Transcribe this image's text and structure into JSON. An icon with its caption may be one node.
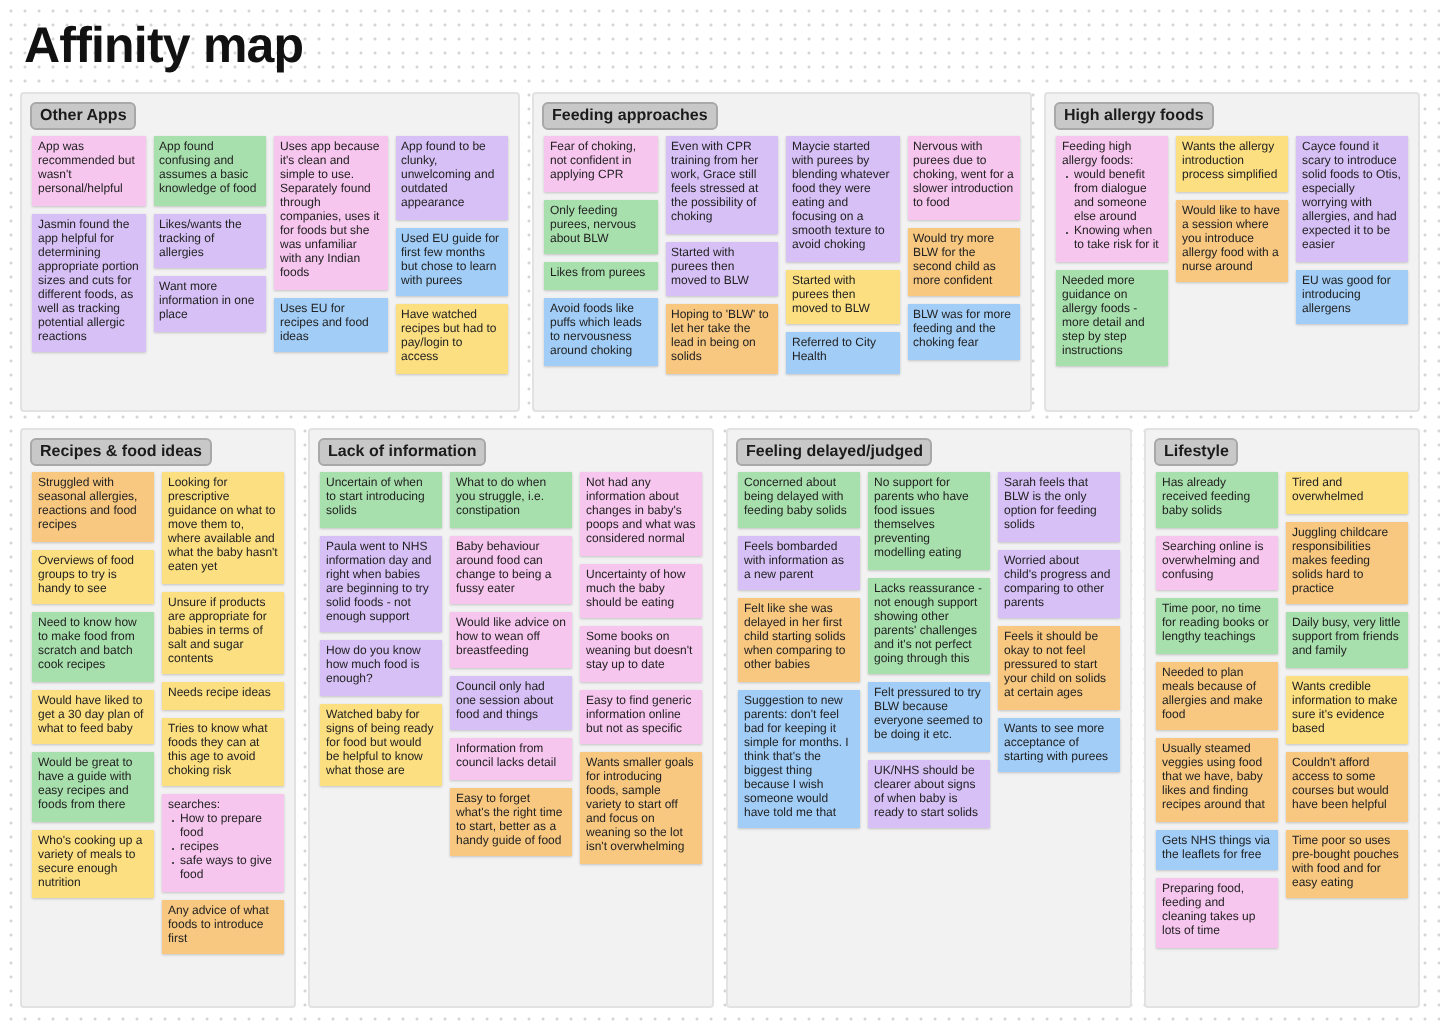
{
  "diagram": {
    "title": "Affinity map",
    "nodes": [
      {
        "text": [
          "Other Apps"
        ]
      },
      {
        "text": [
          "App was recommended but wasn't personal/helpful"
        ],
        "in": 0
      },
      {
        "text": [
          "App found confusing and assumes a basic knowledge of food"
        ],
        "in": 0
      },
      {
        "text": [
          "Uses app because it's clean and simple to use. Separately found through companies, uses it for foods but she was unfamiliar with any Indian foods"
        ],
        "in": 0
      },
      {
        "text": [
          "App found to be clunky, unwelcoming and outdated appearance"
        ],
        "in": 0
      },
      {
        "text": [
          "Jasmin found the app helpful for determining appropriate portion sizes and cuts for different foods, as well as tracking potential allergic reactions"
        ],
        "in": 0
      },
      {
        "text": [
          "Likes/wants the tracking of allergies"
        ],
        "in": 0
      },
      {
        "text": [
          "Used EU guide for first few months but chose to learn with purees"
        ],
        "in": 0
      },
      {
        "text": [
          "Want more information in one place"
        ],
        "in": 0
      },
      {
        "text": [
          "Uses EU for recipes and food ideas"
        ],
        "in": 0
      },
      {
        "text": [
          "Have watched recipes but had to pay/login to access"
        ],
        "in": 0
      },
      {
        "text": [
          "Feeding approaches"
        ]
      },
      {
        "text": [
          "Fear of choking, not confident in applying CPR"
        ],
        "in": 11
      },
      {
        "text": [
          "Even with CPR training from her work, Grace still feels stressed at the possibility of choking"
        ],
        "in": 11
      },
      {
        "text": [
          "Maycie started with purees by blending whatever food they were eating and focusing on a smooth texture to avoid choking"
        ],
        "in": 11
      },
      {
        "text": [
          "Nervous with purees due to choking, went for a slower introduction to food"
        ],
        "in": 11
      },
      {
        "text": [
          "Only feeding purees, nervous about BLW"
        ],
        "in": 11
      },
      {
        "text": [
          "Would try more BLW for the second child as more confident"
        ],
        "in": 11
      },
      {
        "text": [
          "Started with purees then moved to BLW"
        ],
        "in": 11
      },
      {
        "text": [
          "Likes from purees"
        ],
        "in": 11
      },
      {
        "text": [
          "Started with purees then moved to BLW"
        ],
        "in": 11
      },
      {
        "text": [
          "Hoping to 'BLW' to let her take the lead in being on solids"
        ],
        "in": 11
      },
      {
        "text": [
          "BLW was for more feeding and the choking fear"
        ],
        "in": 11
      },
      {
        "text": [
          "Avoid foods like puffs which leads to nervousness around choking"
        ],
        "in": 11
      },
      {
        "text": [
          "Referred to City Health"
        ],
        "in": 11
      },
      {
        "text": [
          "High allergy foods"
        ]
      },
      {
        "text": [
          "Feeding high allergy foods:",
          "would benefit from dialogue and someone else around",
          "Knowing when to take risk for it"
        ],
        "in": 25
      },
      {
        "text": [
          "Wants the allergy introduction process simplified"
        ],
        "in": 25
      },
      {
        "text": [
          "Cayce found it scary to introduce solid foods to Otis, especially worrying with allergies, and had expected it to be easier"
        ],
        "in": 25
      },
      {
        "text": [
          "Would like to have a session where you introduce allergy food with a nurse around"
        ],
        "in": 25
      },
      {
        "text": [
          "Needed more guidance on allergy foods - more detail and step by step instructions"
        ],
        "in": 25
      },
      {
        "text": [
          "EU was good for introducing allergens"
        ],
        "in": 25
      },
      {
        "text": [
          "Recipes & food ideas"
        ]
      },
      {
        "text": [
          "Struggled with seasonal allergies, reactions and food recipes"
        ],
        "in": 32
      },
      {
        "text": [
          "Looking for prescriptive guidance on what to move them to, where available and what the baby hasn't eaten yet"
        ],
        "in": 32
      },
      {
        "text": [
          "Overviews of food groups to try is handy to see"
        ],
        "in": 32
      },
      {
        "text": [
          "Unsure if products are appropriate for babies in terms of salt and sugar contents"
        ],
        "in": 32
      },
      {
        "text": [
          "Need to know how to make food from scratch and batch cook recipes"
        ],
        "in": 32
      },
      {
        "text": [
          "Needs recipe ideas"
        ],
        "in": 32
      },
      {
        "text": [
          "Would have liked to get a 30 day plan of what to feed baby"
        ],
        "in": 32
      },
      {
        "text": [
          "Tries to know what foods they can at this age to avoid choking risk"
        ],
        "in": 32
      },
      {
        "text": [
          "Would be great to have a guide with easy recipes and foods from there"
        ],
        "in": 32
      },
      {
        "text": [
          "searches:",
          "How to prepare food",
          "recipes",
          "safe ways to give food"
        ],
        "in": 32
      },
      {
        "text": [
          "Who's cooking up a variety of meals to secure enough nutrition"
        ],
        "in": 32
      },
      {
        "text": [
          "Any advice of what foods to introduce first"
        ],
        "in": 32
      },
      {
        "text": [
          "Lack of information"
        ]
      },
      {
        "text": [
          "Uncertain of when to start introducing solids"
        ],
        "in": 45
      },
      {
        "text": [
          "What to do when you struggle, i.e. constipation"
        ],
        "in": 45
      },
      {
        "text": [
          "Not had any information about changes in baby's poops and what was considered normal"
        ],
        "in": 45
      },
      {
        "text": [
          "Paula went to NHS information day and right when babies are beginning to try solid foods - not enough support"
        ],
        "in": 45
      },
      {
        "text": [
          "Baby behaviour around food can change to being a fussy eater"
        ],
        "in": 45
      },
      {
        "text": [
          "Uncertainty of how much the baby should be eating"
        ],
        "in": 45
      },
      {
        "text": [
          "Would like advice on how to wean off breastfeeding"
        ],
        "in": 45
      },
      {
        "text": [
          "Some books on weaning but doesn't stay up to date"
        ],
        "in": 45
      },
      {
        "text": [
          "How do you know how much food is enough?"
        ],
        "in": 45
      },
      {
        "text": [
          "Council only had one session about food and things"
        ],
        "in": 45
      },
      {
        "text": [
          "Easy to find generic information online but not as specific"
        ],
        "in": 45
      },
      {
        "text": [
          "Watched baby for signs of being ready for food but would be helpful to know what those are"
        ],
        "in": 45
      },
      {
        "text": [
          "Information from council lacks detail"
        ],
        "in": 45
      },
      {
        "text": [
          "Wants smaller goals for introducing foods, sample variety to start off and focus on weaning so the lot isn't overwhelming"
        ],
        "in": 45
      },
      {
        "text": [
          "Easy to forget what's the right time to start, better as a handy guide of food"
        ],
        "in": 45
      },
      {
        "text": [
          "Feeling delayed/judged"
        ]
      },
      {
        "text": [
          "Concerned about being delayed with feeding baby solids"
        ],
        "in": 61
      },
      {
        "text": [
          "No support for parents who have food issues themselves preventing modelling eating"
        ],
        "in": 61
      },
      {
        "text": [
          "Sarah feels that BLW is the only option for feeding solids"
        ],
        "in": 61
      },
      {
        "text": [
          "Feels bombarded with information as a new parent"
        ],
        "in": 61
      },
      {
        "text": [
          "Worried about child's progress and comparing to other parents"
        ],
        "in": 61
      },
      {
        "text": [
          "Lacks reassurance - not enough support showing other parents' challenges and it's not perfect going through this"
        ],
        "in": 61
      },
      {
        "text": [
          "Felt like she was delayed in her first child starting solids when comparing to other babies"
        ],
        "in": 61
      },
      {
        "text": [
          "Feels it should be okay to not feel pressured to start your child on solids at certain ages"
        ],
        "in": 61
      },
      {
        "text": [
          "Felt pressured to try BLW because everyone seemed to be doing it etc."
        ],
        "in": 61
      },
      {
        "text": [
          "Suggestion to new parents: don't feel bad for keeping it simple for months. I think that's the biggest thing because I wish someone would have told me that"
        ],
        "in": 61
      },
      {
        "text": [
          "Wants to see more acceptance of starting with purees"
        ],
        "in": 61
      },
      {
        "text": [
          "UK/NHS should be clearer about signs of when baby is ready to start solids"
        ],
        "in": 61
      },
      {
        "text": [
          "Lifestyle"
        ]
      },
      {
        "text": [
          "Has already received feeding baby solids"
        ],
        "in": 74
      },
      {
        "text": [
          "Tired and overwhelmed"
        ],
        "in": 74
      },
      {
        "text": [
          "Juggling childcare responsibilities makes feeding solids hard to practice"
        ],
        "in": 74
      },
      {
        "text": [
          "Searching online is overwhelming and confusing"
        ],
        "in": 74
      },
      {
        "text": [
          "Time poor, no time for reading books or lengthy teachings"
        ],
        "in": 74
      },
      {
        "text": [
          "Daily busy, very little support from friends and family"
        ],
        "in": 74
      },
      {
        "text": [
          "Needed to plan meals because of allergies and make food"
        ],
        "in": 74
      },
      {
        "text": [
          "Wants credible information to make sure it's evidence based"
        ],
        "in": 74
      },
      {
        "text": [
          "Usually steamed veggies using food that we have, baby likes and finding recipes around that"
        ],
        "in": 74
      },
      {
        "text": [
          "Couldn't afford access to some courses but would have been helpful"
        ],
        "in": 74
      },
      {
        "text": [
          "Time poor so uses pre-bought pouches with food and for easy eating"
        ],
        "in": 74
      },
      {
        "text": [
          "Gets NHS things via the leaflets for free"
        ],
        "in": 74
      },
      {
        "text": [
          "Preparing food, feeding and cleaning takes up lots of time"
        ],
        "in": 74
      }
    ]
  }
}
